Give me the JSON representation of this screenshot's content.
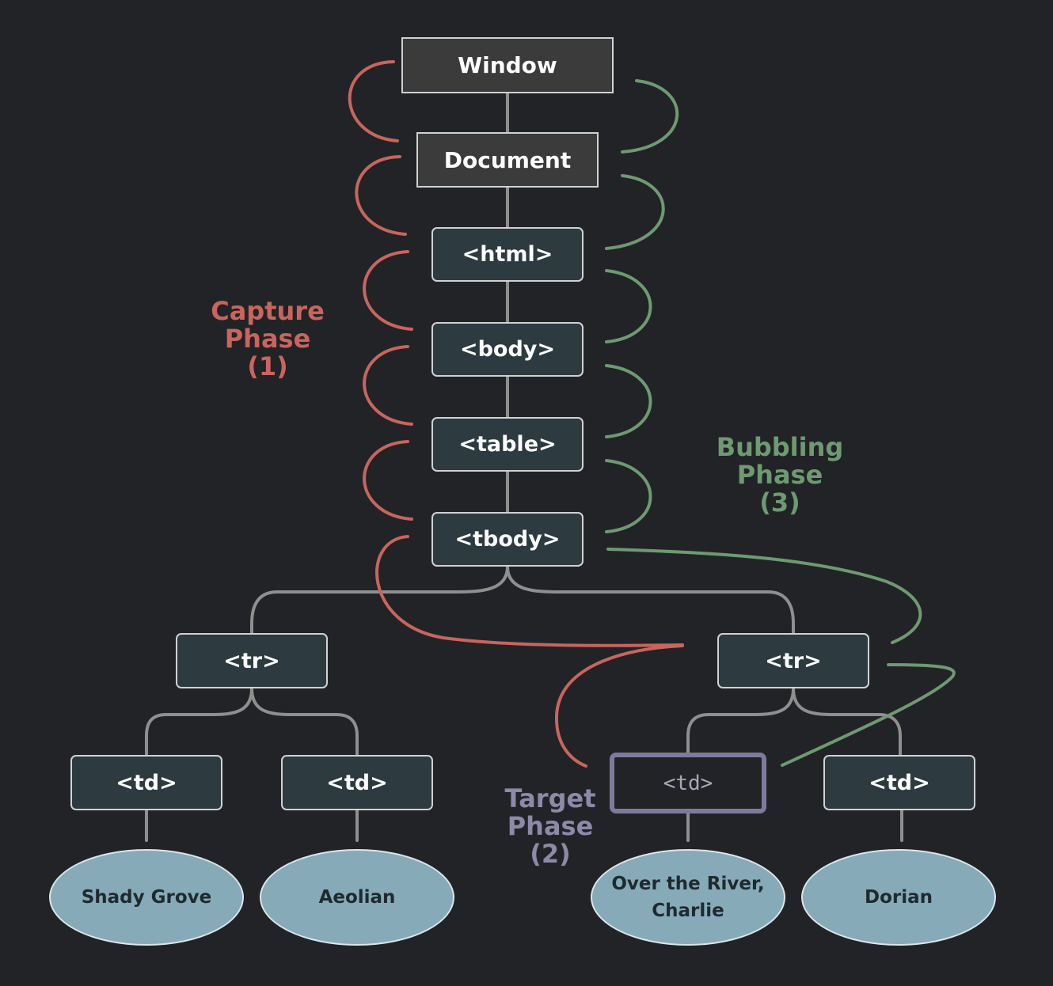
{
  "colors": {
    "capture": "#c9655d",
    "bubbling": "#6e9a72",
    "target": "#8d89a8",
    "tree_line": "#8f8f8f"
  },
  "nodes": {
    "window": "Window",
    "document": "Document",
    "html": "<html>",
    "body": "<body>",
    "table": "<table>",
    "tbody": "<tbody>",
    "tr_left": "<tr>",
    "tr_right": "<tr>",
    "td_1": "<td>",
    "td_2": "<td>",
    "td_target": "<td>",
    "td_4": "<td>"
  },
  "leaves": {
    "leaf_1": "Shady Grove",
    "leaf_2": "Aeolian",
    "leaf_3": "Over the River,\nCharlie",
    "leaf_4": "Dorian"
  },
  "phases": {
    "capture": "Capture\nPhase\n(1)",
    "bubbling": "Bubbling\nPhase\n(3)",
    "target": "Target\nPhase\n(2)"
  }
}
